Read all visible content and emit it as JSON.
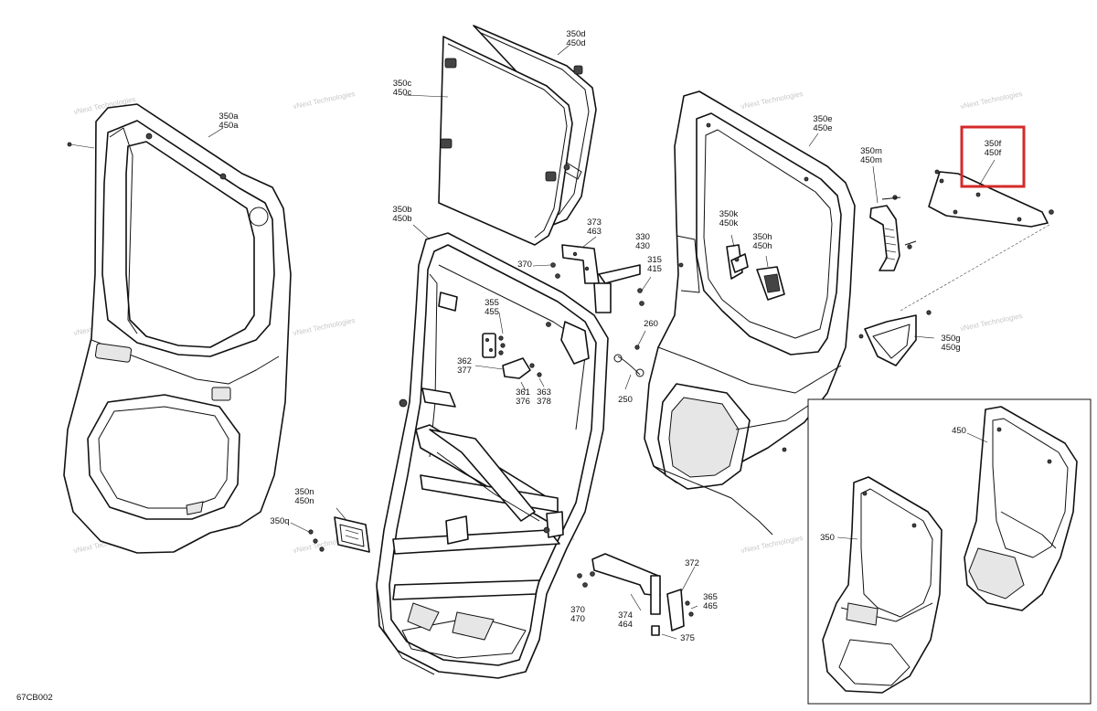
{
  "diagram": {
    "code": "67CB002",
    "watermark": "vNext Technologies",
    "callouts": {
      "c350a": [
        "350a",
        "450a"
      ],
      "c350c": [
        "350c",
        "450c"
      ],
      "c350d": [
        "350d",
        "450d"
      ],
      "c350b": [
        "350b",
        "450b"
      ],
      "c373": [
        "373",
        "463"
      ],
      "c370a": [
        "370"
      ],
      "c330": [
        "330",
        "430"
      ],
      "c315": [
        "315",
        "415"
      ],
      "c355": [
        "355",
        "455"
      ],
      "c362": [
        "362",
        "377"
      ],
      "c361": [
        "361",
        "376"
      ],
      "c363": [
        "363",
        "378"
      ],
      "c260": [
        "260"
      ],
      "c250": [
        "250"
      ],
      "c350e": [
        "350e",
        "450e"
      ],
      "c350m": [
        "350m",
        "450m"
      ],
      "c350f": [
        "350f",
        "450f"
      ],
      "c350k": [
        "350k",
        "450k"
      ],
      "c350h": [
        "350h",
        "450h"
      ],
      "c350g": [
        "350g",
        "450g"
      ],
      "c350n": [
        "350n",
        "450n"
      ],
      "c350q": [
        "350q"
      ],
      "c372": [
        "372"
      ],
      "c365": [
        "365",
        "465"
      ],
      "c370b": [
        "370",
        "470"
      ],
      "c374": [
        "374",
        "464"
      ],
      "c375": [
        "375"
      ],
      "c450": [
        "450"
      ],
      "c350": [
        "350"
      ]
    }
  }
}
